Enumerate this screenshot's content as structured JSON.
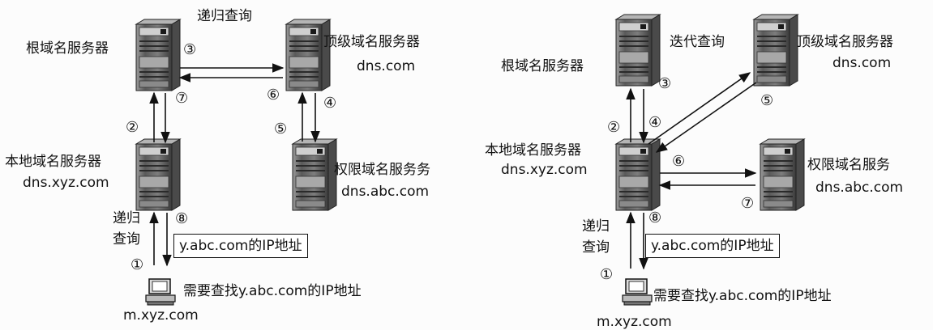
{
  "left": {
    "title": "递归查询",
    "root_label": "根域名服务器",
    "tld_label": "顶级域名服务器",
    "tld_domain": "dns.com",
    "local_label": "本地域名服务器",
    "local_domain": "dns.xyz.com",
    "auth_label": "权限域名服务务",
    "auth_domain": "dns.abc.com",
    "query_label_1": "递归",
    "query_label_2": "查询",
    "answer_box": "y.abc.com的IP地址",
    "client_text": "需要查找y.abc.com的IP地址",
    "client_domain": "m.xyz.com",
    "steps": [
      "①",
      "②",
      "③",
      "④",
      "⑤",
      "⑥",
      "⑦",
      "⑧"
    ]
  },
  "right": {
    "title": "迭代查询",
    "root_label": "根域名服务器",
    "tld_label": "顶级域名服务器",
    "tld_domain": "dns.com",
    "local_label": "本地域名服务器",
    "local_domain": "dns.xyz.com",
    "auth_label": "权限域名服务",
    "auth_domain": "dns.abc.com",
    "query_label_1": "递归",
    "query_label_2": "查询",
    "answer_box": "y.abc.com的IP地址",
    "client_text": "需要查找y.abc.com的IP地址",
    "client_domain": "m.xyz.com",
    "steps": [
      "①",
      "②",
      "③",
      "④",
      "⑤",
      "⑥",
      "⑦",
      "⑧"
    ]
  },
  "colors": {
    "stroke": "#111111",
    "server_dark": "#2a2a2a",
    "server_mid": "#6b6b6b",
    "server_light": "#bdbdbd"
  }
}
